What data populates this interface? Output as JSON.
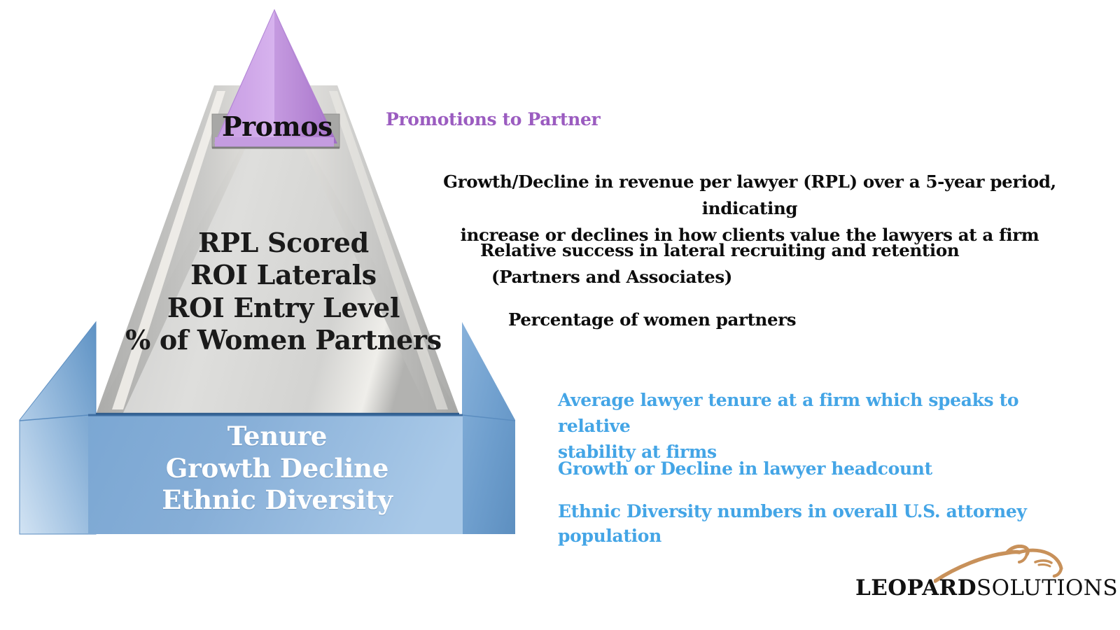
{
  "pyramid": {
    "apex": {
      "label": "Promos",
      "color": "#c79ae0"
    },
    "middle": {
      "lines": [
        "RPL Scored",
        "ROI Laterals",
        "ROI Entry Level",
        "% of Women Partners"
      ],
      "color": "#d4d4d2"
    },
    "base": {
      "lines": [
        "Tenure",
        "Growth Decline",
        "Ethnic Diversity"
      ],
      "color": "#7fa9d4"
    }
  },
  "annotations": {
    "promos": {
      "lines": [
        "Promotions to Partner"
      ],
      "color": "#9b5cc0"
    },
    "rpl": {
      "lines": [
        "Growth/Decline in revenue per lawyer (RPL) over a 5-year period, indicating",
        "increase or declines in how clients value the lawyers at a firm"
      ],
      "color": "#0d0d0d"
    },
    "laterals": {
      "lines": [
        "Relative success in lateral recruiting and retention",
        "(Partners and Associates)"
      ],
      "color": "#0d0d0d"
    },
    "women": {
      "lines": [
        "Percentage of women partners"
      ],
      "color": "#0d0d0d"
    },
    "tenure": {
      "lines": [
        "Average lawyer tenure at a firm which speaks to relative",
        "stability at firms"
      ],
      "color": "#44a5e6"
    },
    "headcount": {
      "lines": [
        "Growth or Decline in lawyer headcount"
      ],
      "color": "#44a5e6"
    },
    "ethnic": {
      "lines": [
        "Ethnic Diversity numbers in overall U.S. attorney population"
      ],
      "color": "#44a5e6"
    }
  },
  "logo": {
    "word_bold": "LEOPARD",
    "word_light": "SOLUTIONS",
    "mark_color": "#c8915a",
    "text_color": "#111111"
  }
}
